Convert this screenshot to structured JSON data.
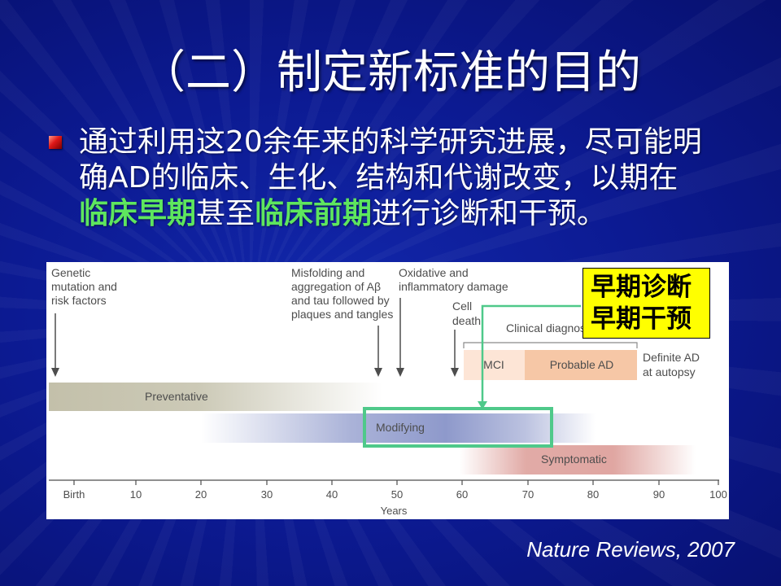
{
  "slide": {
    "title": "（二）制定新标准的目的",
    "bullet": {
      "icon": "red-square-bullet-icon",
      "lines": [
        [
          {
            "text": "通过利用这20余年来的科学研究进展，尽可能明",
            "highlight": false
          }
        ],
        [
          {
            "text": "确AD的临床、生化、结构和代谢改变，以期在",
            "highlight": false
          }
        ],
        [
          {
            "text": "临床早期",
            "highlight": true
          },
          {
            "text": "甚至",
            "highlight": false
          },
          {
            "text": "临床前期",
            "highlight": true
          },
          {
            "text": "进行诊断和干预。",
            "highlight": false
          }
        ]
      ]
    },
    "callout": {
      "lines": [
        "早期诊断",
        "早期干预"
      ]
    },
    "citation": "Nature Reviews, 2007"
  },
  "figure": {
    "arrow_icon": "arrow-down-icon",
    "events": [
      {
        "lines": [
          "Genetic",
          "mutation and",
          "risk factors"
        ]
      },
      {
        "lines": [
          "Misfolding and",
          "aggregation of Aβ",
          "and tau followed by",
          "plaques and tangles"
        ]
      },
      {
        "lines": [
          "Oxidative and",
          "inflammatory damage"
        ]
      },
      {
        "lines": [
          "Cell",
          "death"
        ]
      }
    ],
    "clinical_diagnosis": "Clinical diagnos",
    "diagnosis_stages": [
      "MCI",
      "Probable AD"
    ],
    "definite": [
      "Definite AD",
      "at autopsy"
    ],
    "interventions": [
      "Preventative",
      "Modifying",
      "Symptomatic"
    ],
    "axis": {
      "ticks": [
        "Birth",
        "10",
        "20",
        "30",
        "40",
        "50",
        "60",
        "70",
        "80",
        "90",
        "100"
      ],
      "label": "Years"
    }
  },
  "colors": {
    "background": "#0c1a92",
    "text": "#ffffff",
    "highlight": "#5ee65e",
    "bullet": "#e01818",
    "callout_background": "#ffff00",
    "focus_frame": "#4fc98a",
    "figure_text": "#4d4d4d",
    "preventative_bar": "#c3c0aa",
    "modifying_bar": "#8e99cb",
    "symptomatic_bar": "#dc9c97",
    "mci_box": "#fde5d6",
    "probable_ad_box": "#f6c7a6"
  }
}
